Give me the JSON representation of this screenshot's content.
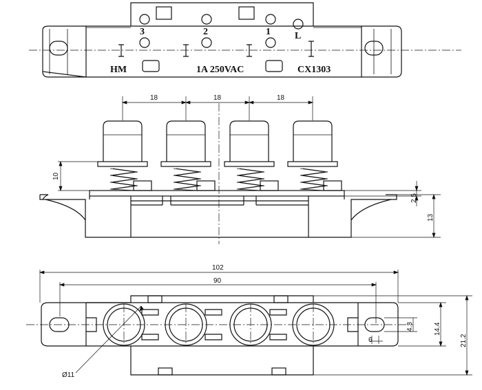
{
  "top_view": {
    "pin_labels": [
      "3",
      "2",
      "1",
      "L"
    ],
    "marking_left": "HM",
    "marking_rating": "1A 250VAC",
    "marking_model": "CX1303"
  },
  "front_view": {
    "pitch_dims": [
      "18",
      "18",
      "18"
    ],
    "dim_button_height": "10",
    "dim_plate": "2.5",
    "dim_body_height": "13"
  },
  "bottom_view": {
    "dim_overall_length": "102",
    "dim_hole_pitch": "90",
    "dim_height_inner": "14.4",
    "dim_height_outer": "21.2",
    "dim_slot_height": "4.3",
    "dim_slot_width": "6",
    "dim_button_diameter": "Ø11"
  }
}
